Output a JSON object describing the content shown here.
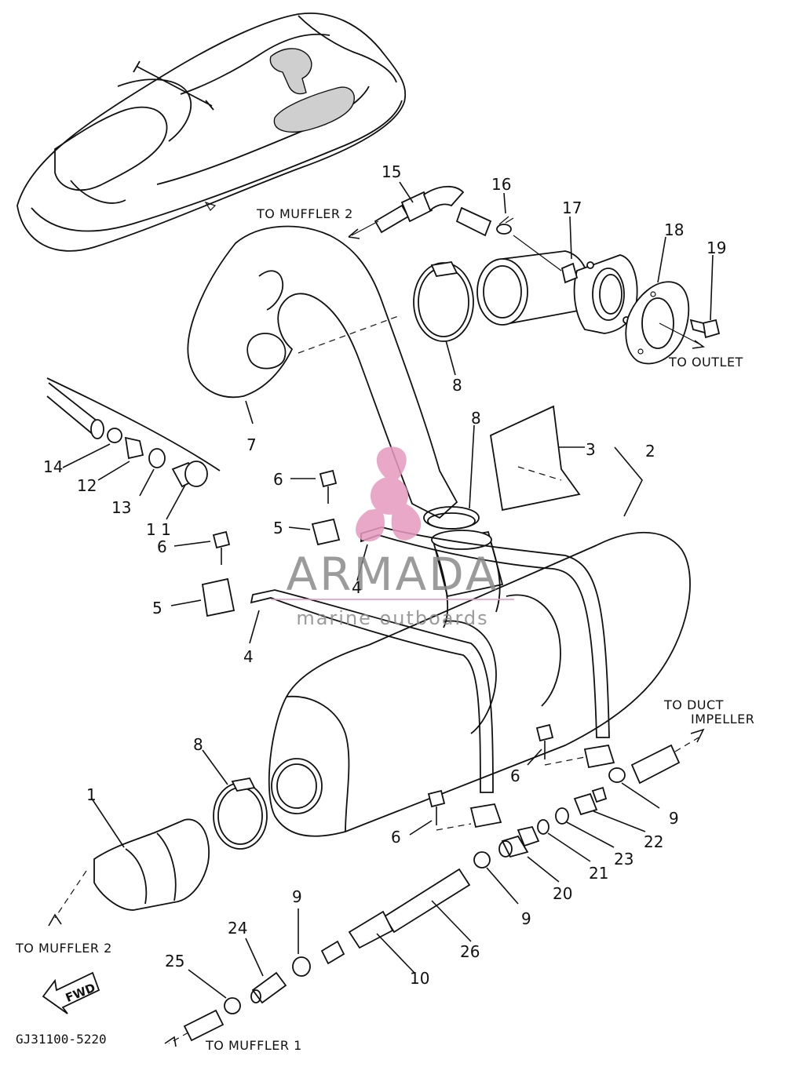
{
  "diagram_code": "GJ31100-5220",
  "fwd_label": "FWD",
  "watermark": {
    "brand": "ARMADA",
    "tagline": "marine outboards",
    "accent_color": "#e79ac0",
    "text_color": "#8a8a8a"
  },
  "notes": {
    "to_muffler2_top": "TO MUFFLER 2",
    "to_outlet": "TO OUTLET",
    "to_duct_impeller_1": "TO DUCT",
    "to_duct_impeller_2": "IMPELLER",
    "to_muffler2_bottom": "TO MUFFLER 2",
    "to_muffler1": "TO MUFFLER 1"
  },
  "parts": {
    "p15": "15",
    "p16": "16",
    "p17": "17",
    "p18": "18",
    "p19": "19",
    "p8a": "8",
    "p7": "7",
    "p8b": "8",
    "p3": "3",
    "p2": "2",
    "p14": "14",
    "p12": "12",
    "p13": "13",
    "p11": "1 1",
    "p6a": "6",
    "p5a": "5",
    "p6b": "6",
    "p4a": "4",
    "p5b": "5",
    "p4b": "4",
    "p8c": "8",
    "p1": "1",
    "p6c": "6",
    "p6d": "6",
    "p9a": "9",
    "p22": "22",
    "p23": "23",
    "p21": "21",
    "p20": "20",
    "p9b": "9",
    "p26": "26",
    "p9c": "9",
    "p24": "24",
    "p10": "10",
    "p25": "25"
  }
}
